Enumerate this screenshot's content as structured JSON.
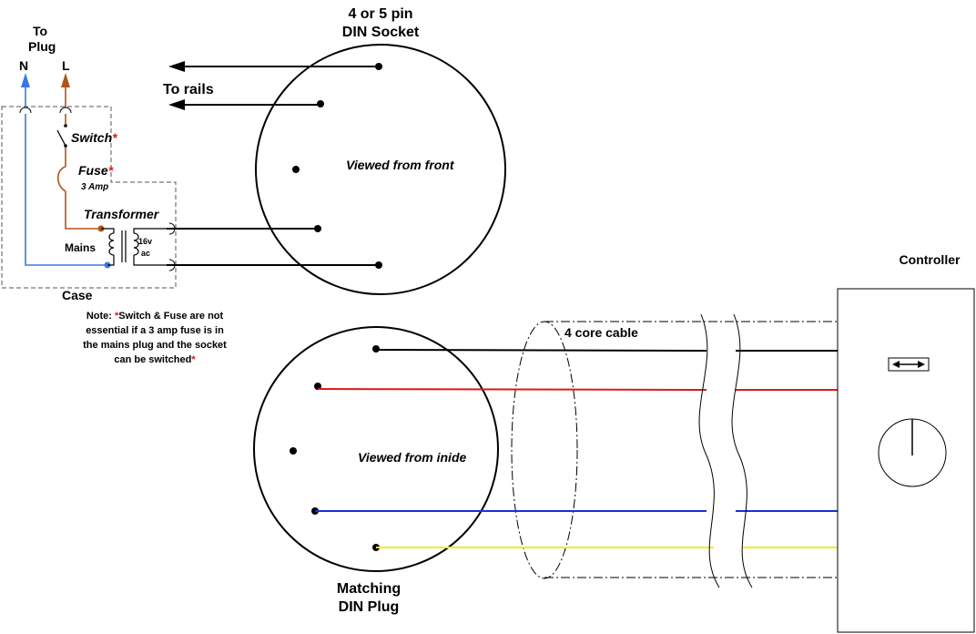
{
  "labels": {
    "to_plug_line1": "To",
    "to_plug_line2": "Plug",
    "neutral": "N",
    "live": "L",
    "switch": "Switch",
    "fuse": "Fuse",
    "fuse_rating": "3 Amp",
    "transformer": "Transformer",
    "mains": "Mains",
    "secondary_line1": "16v",
    "secondary_line2": "ac",
    "case": "Case",
    "asterisk": "*",
    "socket_title_line1": "4 or 5 pin",
    "socket_title_line2": "DIN Socket",
    "to_rails": "To rails",
    "viewed_front": "Viewed from front",
    "viewed_inside": "Viewed from inide",
    "plug_title_line1": "Matching",
    "plug_title_line2": "DIN Plug",
    "cable": "4 core cable",
    "controller": "Controller"
  },
  "note": {
    "line1_prefix": "Note: ",
    "line1_rest": "Switch & Fuse are not",
    "line2": "essential if a 3 amp fuse is in",
    "line3": "the mains plug and the socket",
    "line4": "can be switched"
  },
  "colors": {
    "neutral_wire": "#3a78e6",
    "live_wire": "#b0541a",
    "wire_black": "#000000",
    "wire_red": "#e01818",
    "wire_blue": "#1a2fd6",
    "wire_yellow": "#f2ee1a",
    "case_dash": "#555555",
    "asterisk": "#e0151b"
  }
}
